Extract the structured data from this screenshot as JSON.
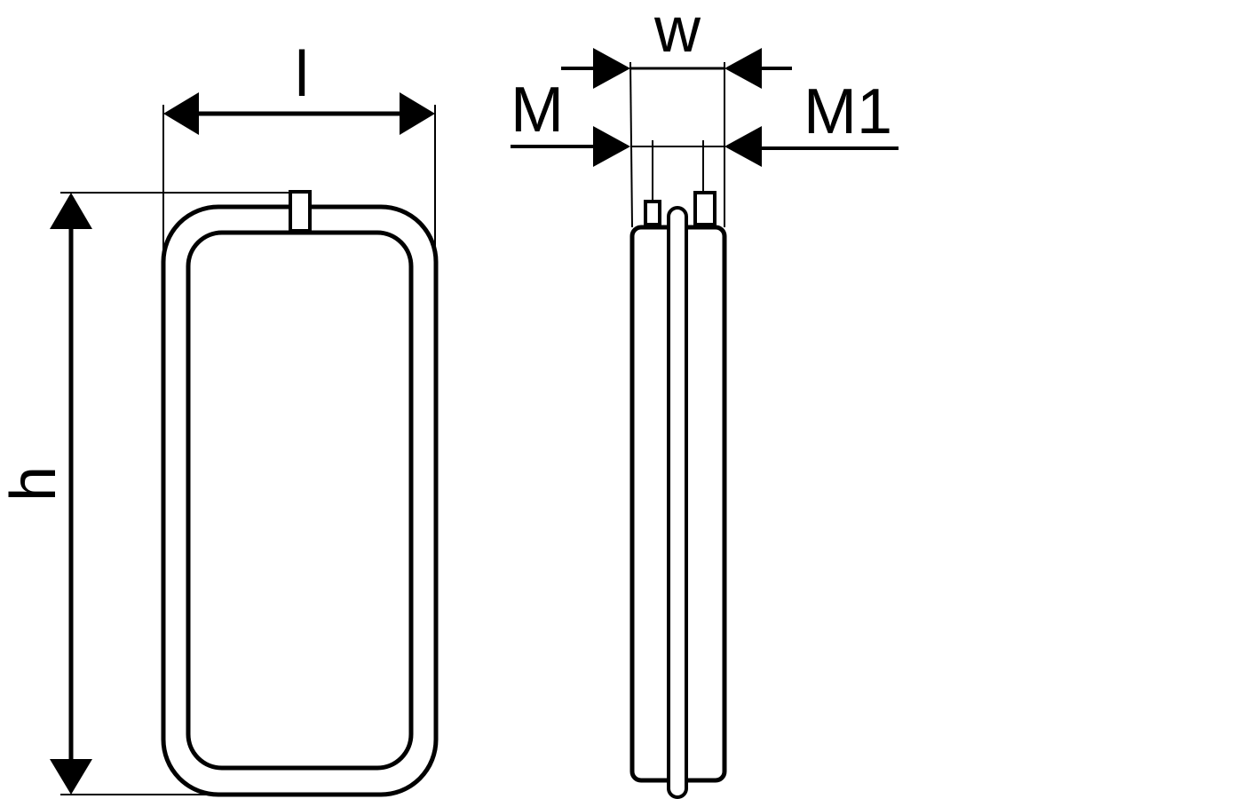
{
  "labels": {
    "length": "l",
    "height": "h",
    "width": "w",
    "connection_m": "M",
    "connection_m1": "M1"
  },
  "colors": {
    "line": "#000000",
    "background": "#ffffff"
  }
}
